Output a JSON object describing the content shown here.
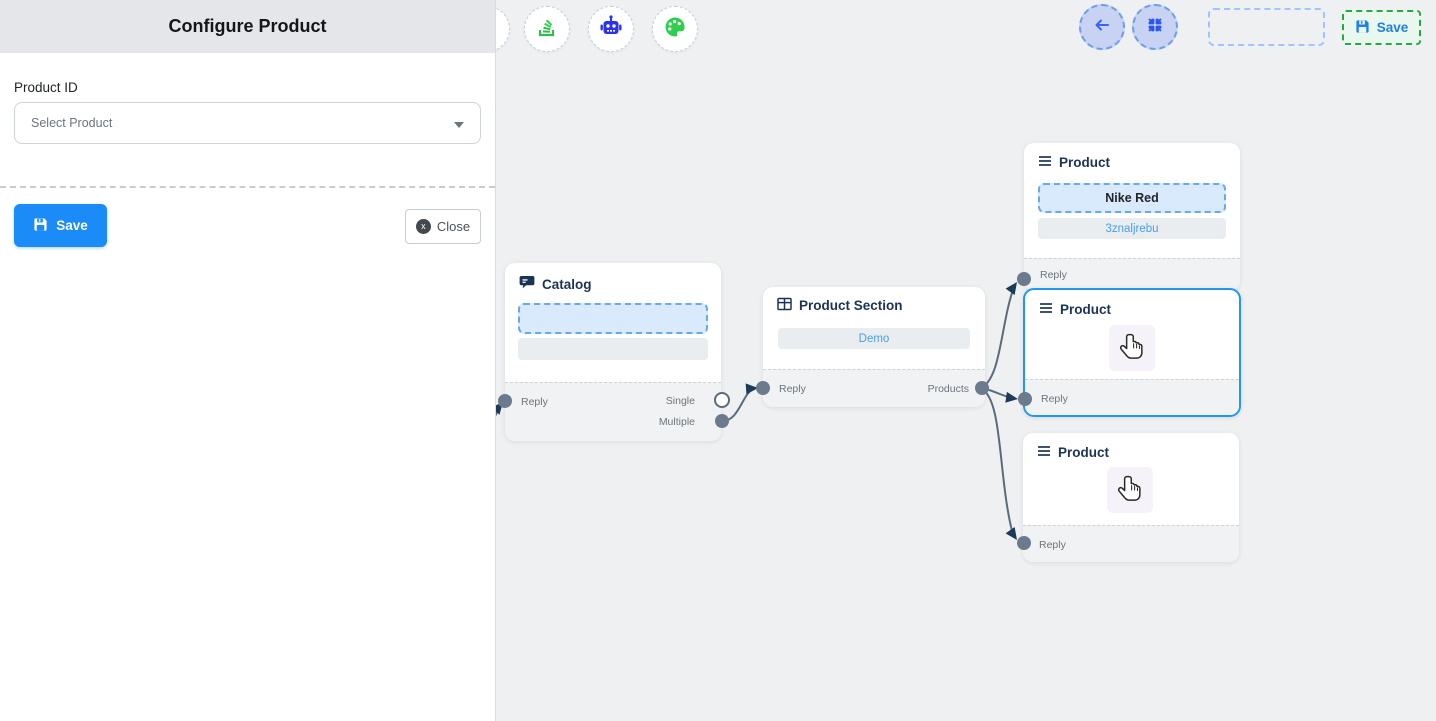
{
  "panel": {
    "title": "Configure Product",
    "field_label": "Product ID",
    "select_value": "Select Product",
    "save_label": "Save",
    "close_label": "Close",
    "close_icon_glyph": "x"
  },
  "toolbar": {
    "icons": [
      "stack-icon",
      "robot-icon",
      "palette-icon"
    ]
  },
  "topbar": {
    "back_icon": "arrow-left-icon",
    "compress_icon": "compress-icon",
    "save_label": "Save"
  },
  "canvas": {
    "nodes": {
      "catalog": {
        "title": "Catalog",
        "icon": "chat-bubble-icon",
        "reply_label": "Reply",
        "single_label": "Single",
        "multiple_label": "Multiple"
      },
      "product_section": {
        "title": "Product Section",
        "icon": "grid-icon",
        "value": "Demo",
        "reply_label": "Reply",
        "products_label": "Products"
      },
      "product_1": {
        "title": "Product",
        "icon": "menu-icon",
        "value_1": "Nike Red",
        "value_2": "3znaljrebu",
        "reply_label": "Reply"
      },
      "product_2": {
        "title": "Product",
        "icon": "menu-icon",
        "reply_label": "Reply"
      },
      "product_3": {
        "title": "Product",
        "icon": "menu-icon",
        "reply_label": "Reply"
      }
    },
    "edges": [
      {
        "from": "offscreen",
        "to": "catalog.reply"
      },
      {
        "from": "catalog.multiple",
        "to": "product_section.reply"
      },
      {
        "from": "product_section.products",
        "to": "product_1.reply"
      },
      {
        "from": "product_section.products",
        "to": "product_2.reply"
      },
      {
        "from": "product_section.products",
        "to": "product_3.reply"
      }
    ]
  },
  "colors": {
    "accent_blue": "#1b8cf7",
    "selected_node_border": "#2196f3",
    "edge_stroke": "#5a6b7c",
    "arrowhead": "#1d3a57",
    "handle_gray": "#6b7a8c",
    "save_green_border": "#28a745",
    "save_green_bg": "#e9f8ee",
    "link_text_blue": "#4a9ded",
    "node_title_navy": "#1d3354",
    "canvas_bg": "#eef0f2",
    "panel_header_bg": "#e4e6e9",
    "toolbar_green": "#2ebd4e",
    "toolbar_indigo": "#2a33ee"
  }
}
